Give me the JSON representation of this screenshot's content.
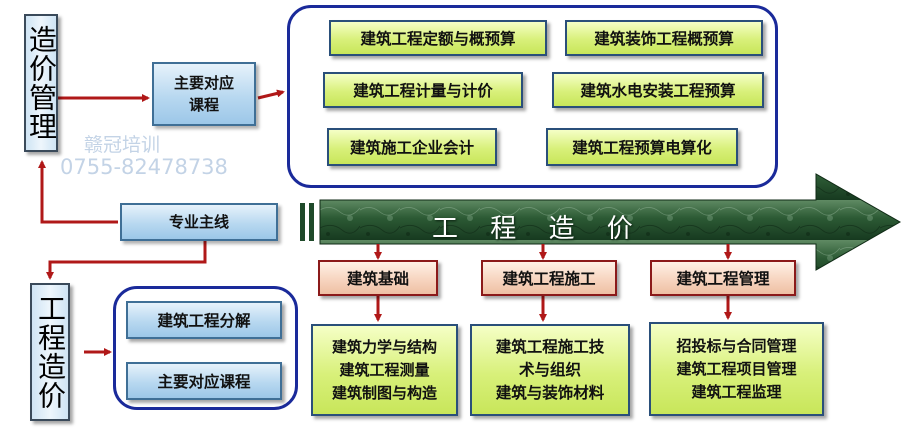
{
  "left_top": {
    "title": "造价管理",
    "courses_label": "主要对应课程"
  },
  "main_line": {
    "label": "专业主线"
  },
  "left_bottom": {
    "title": "工程造价",
    "items": [
      "建筑工程分解",
      "主要对应课程"
    ]
  },
  "courses": [
    "建筑工程定额与概预算",
    "建筑装饰工程概预算",
    "建筑工程计量与计价",
    "建筑水电安装工程预算",
    "建筑施工企业会计",
    "建筑工程预算电算化"
  ],
  "arrow_banner": {
    "text": "工 程 造 价"
  },
  "categories": [
    {
      "name": "建筑基础",
      "courses": [
        "建筑力学与结构",
        "建筑工程测量",
        "建筑制图与构造"
      ]
    },
    {
      "name": "建筑工程施工",
      "courses": [
        "建筑工程施工技",
        "术与组织",
        "建筑与装饰材料"
      ]
    },
    {
      "name": "建筑工程管理",
      "courses": [
        "招投标与合同管理",
        "建筑工程项目管理",
        "建筑工程监理"
      ]
    }
  ],
  "watermark": {
    "line1": "赣冠培训",
    "line2": "0755-82478738"
  },
  "colors": {
    "arrow_red": "#b01818",
    "border_blue": "#1a2a9a",
    "banner_green": "#1f4a2a"
  }
}
